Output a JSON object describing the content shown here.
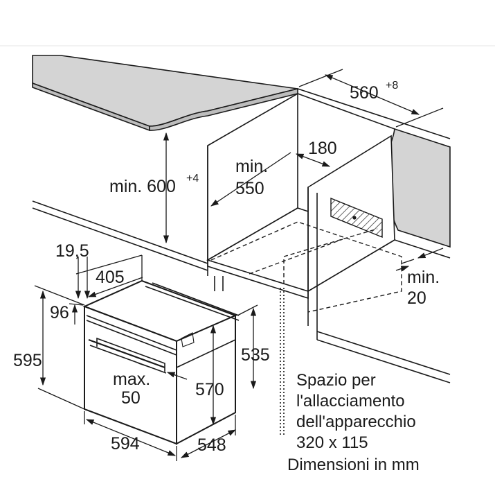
{
  "dimensions": {
    "niche_width_value": "560",
    "niche_width_tolerance": "+8",
    "niche_height_prefix": "min. 600",
    "niche_height_tolerance": "+4",
    "niche_depth_min_line1": "min.",
    "niche_depth_min_line2": "550",
    "vent_gap": "180",
    "rear_gap_line1": "min.",
    "rear_gap_line2": "20",
    "front_panel_thickness": "19,5",
    "top_depth": "405",
    "top_offset": "96",
    "oven_height": "595",
    "inner_height_front": "535",
    "inner_height": "570",
    "oven_width": "594",
    "oven_depth": "548",
    "handle_label_line1": "max.",
    "handle_label_line2": "50"
  },
  "notes": {
    "connection_line1": "Spazio per",
    "connection_line2": "l'allacciamento",
    "connection_line3": "dell'apparecchio",
    "connection_line4": "320 x 115",
    "units": "Dimensioni in mm"
  },
  "colors": {
    "line": "#1a1a1a",
    "countertop": "#d4d4d4",
    "background": "#ffffff"
  }
}
